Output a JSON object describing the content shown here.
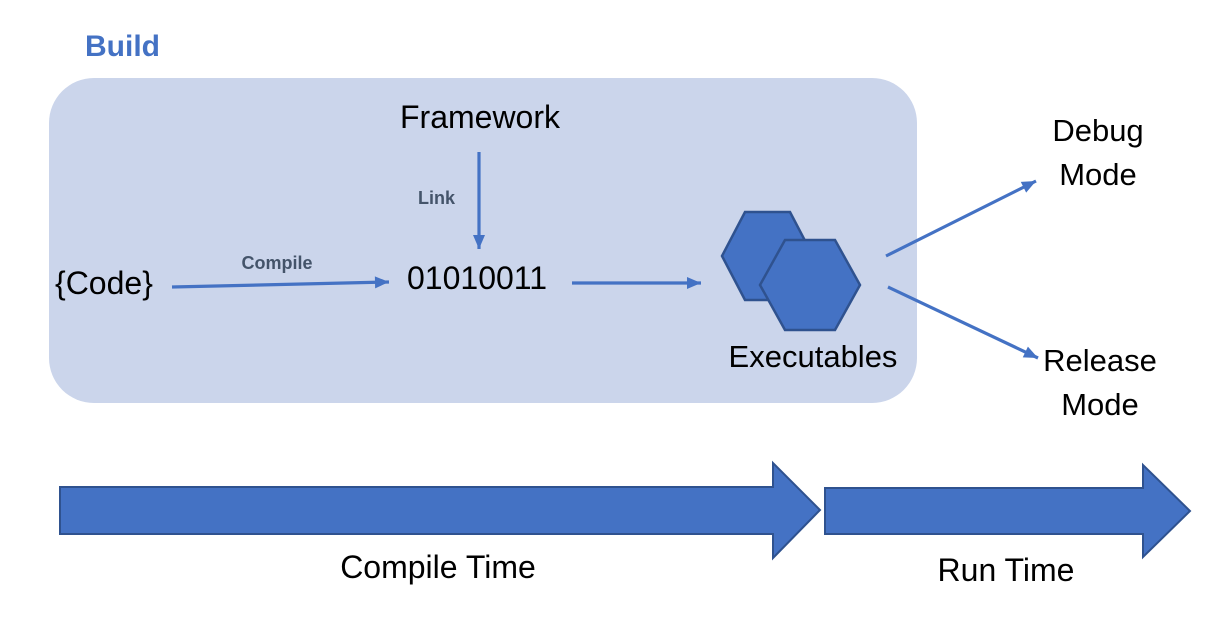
{
  "colors": {
    "accent_blue": "#4472C4",
    "shape_border": "#2F528F",
    "box_fill": "#CBD5EB",
    "edge_label_color": "#44546A",
    "text": "#000000",
    "background": "#FFFFFF"
  },
  "build_group": {
    "label": "Build"
  },
  "nodes": {
    "code": {
      "label": "{Code}"
    },
    "framework": {
      "label": "Framework"
    },
    "binary": {
      "label": "01010011"
    },
    "executables": {
      "label": "Executables"
    }
  },
  "edge_labels": {
    "compile": "Compile",
    "link": "Link"
  },
  "outcomes": {
    "debug": {
      "line1": "Debug",
      "line2": "Mode"
    },
    "release": {
      "line1": "Release",
      "line2": "Mode"
    }
  },
  "timeline": {
    "compile": "Compile Time",
    "run": "Run Time"
  }
}
